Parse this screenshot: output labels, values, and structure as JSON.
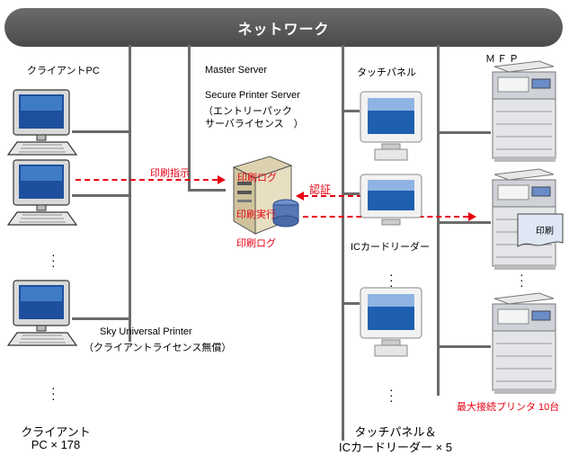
{
  "network": {
    "label": "ネットワーク"
  },
  "clients": {
    "title": "クライアントPC",
    "footer_line1": "クライアント",
    "footer_line2": "PC × 178",
    "printer_name": "Sky Universal Printer",
    "printer_license": "（クライアントライセンス無償）"
  },
  "server": {
    "title": "Master Server",
    "product": "Secure Printer Server",
    "license_line1": "（エントリーパック",
    "license_line2": "サーバライセンス　）",
    "log_top": "印刷ログ",
    "log_bottom": "印刷ログ"
  },
  "flows": {
    "print_command": "印刷指示",
    "auth": "認証",
    "print_execute": "印刷実行"
  },
  "touch_panels": {
    "title": "タッチパネル",
    "reader_label": "ICカードリーダー",
    "footer_line1": "タッチパネル＆",
    "footer_line2": "ICカードリーダー × 5"
  },
  "mfp": {
    "title": "ＭＦＰ",
    "print_doc": "印刷",
    "max_label": "最大接続プリンタ 10台"
  },
  "colors": {
    "network": "#5a5a5a",
    "accent": "#e60012",
    "line": "#6b6b6b"
  }
}
